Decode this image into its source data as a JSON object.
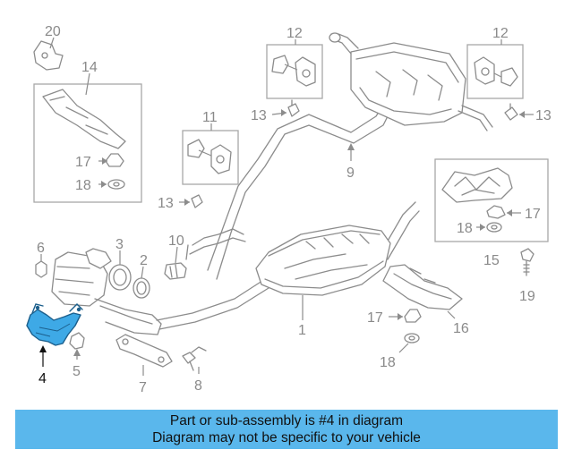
{
  "diagram": {
    "highlight_color": "#3ea9e6",
    "highlighted_part": "4",
    "callouts": {
      "c20": "20",
      "c14": "14",
      "c17a": "17",
      "c18a": "18",
      "c12a": "12",
      "c13a": "13",
      "c11": "11",
      "c13b": "13",
      "c12b": "12",
      "c13c": "13",
      "c9": "9",
      "c17b": "17",
      "c18b": "18",
      "c15": "15",
      "c19": "19",
      "c6": "6",
      "c3": "3",
      "c2": "2",
      "c10": "10",
      "c4": "4",
      "c5": "5",
      "c7": "7",
      "c8": "8",
      "c1": "1",
      "c17c": "17",
      "c16": "16",
      "c18c": "18"
    }
  },
  "banner": {
    "background": "#5ab7ec",
    "line1": "Part or sub-assembly is #4 in diagram",
    "line2": "Diagram may not be specific to your vehicle"
  }
}
